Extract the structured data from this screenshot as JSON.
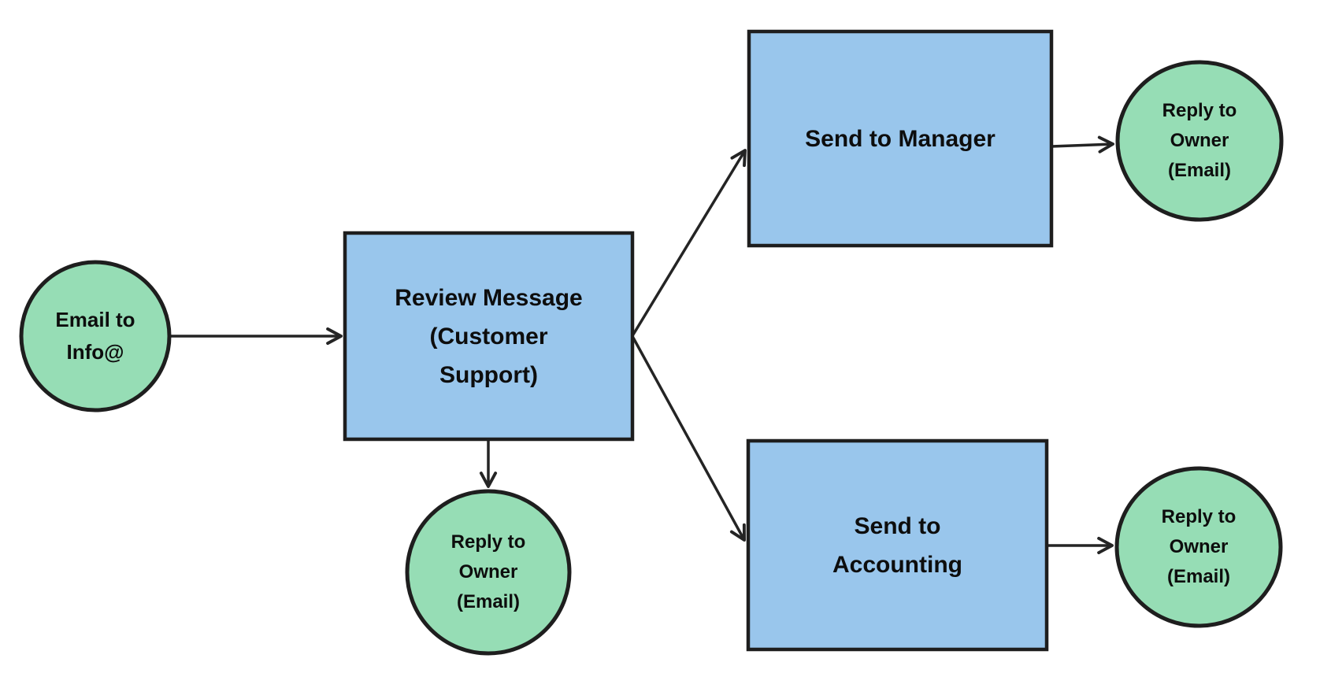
{
  "diagram": {
    "type": "flowchart",
    "background": "#ffffff",
    "colors": {
      "node_fill_green": "#96DDB5",
      "node_fill_blue": "#99C6EC",
      "node_border": "#1e1e1e",
      "arrow": "#242424",
      "text": "#0d0d0d"
    },
    "nodes": [
      {
        "id": "email-to-info",
        "type": "circle",
        "label": "Email to\nInfo@"
      },
      {
        "id": "review-message",
        "type": "rect",
        "label": "Review Message\n(Customer\nSupport)"
      },
      {
        "id": "send-to-manager",
        "type": "rect",
        "label": "Send to Manager"
      },
      {
        "id": "send-to-accounting",
        "type": "rect",
        "label": "Send to\nAccounting"
      },
      {
        "id": "reply-owner-top",
        "type": "circle",
        "label": "Reply to\nOwner\n(Email)"
      },
      {
        "id": "reply-owner-middle",
        "type": "circle",
        "label": "Reply to\nOwner\n(Email)"
      },
      {
        "id": "reply-owner-bottom",
        "type": "circle",
        "label": "Reply to\nOwner\n(Email)"
      }
    ],
    "edges": [
      {
        "from": "email-to-info",
        "to": "review-message"
      },
      {
        "from": "review-message",
        "to": "send-to-manager"
      },
      {
        "from": "review-message",
        "to": "send-to-accounting"
      },
      {
        "from": "review-message",
        "to": "reply-owner-middle"
      },
      {
        "from": "send-to-manager",
        "to": "reply-owner-top"
      },
      {
        "from": "send-to-accounting",
        "to": "reply-owner-bottom"
      }
    ]
  }
}
